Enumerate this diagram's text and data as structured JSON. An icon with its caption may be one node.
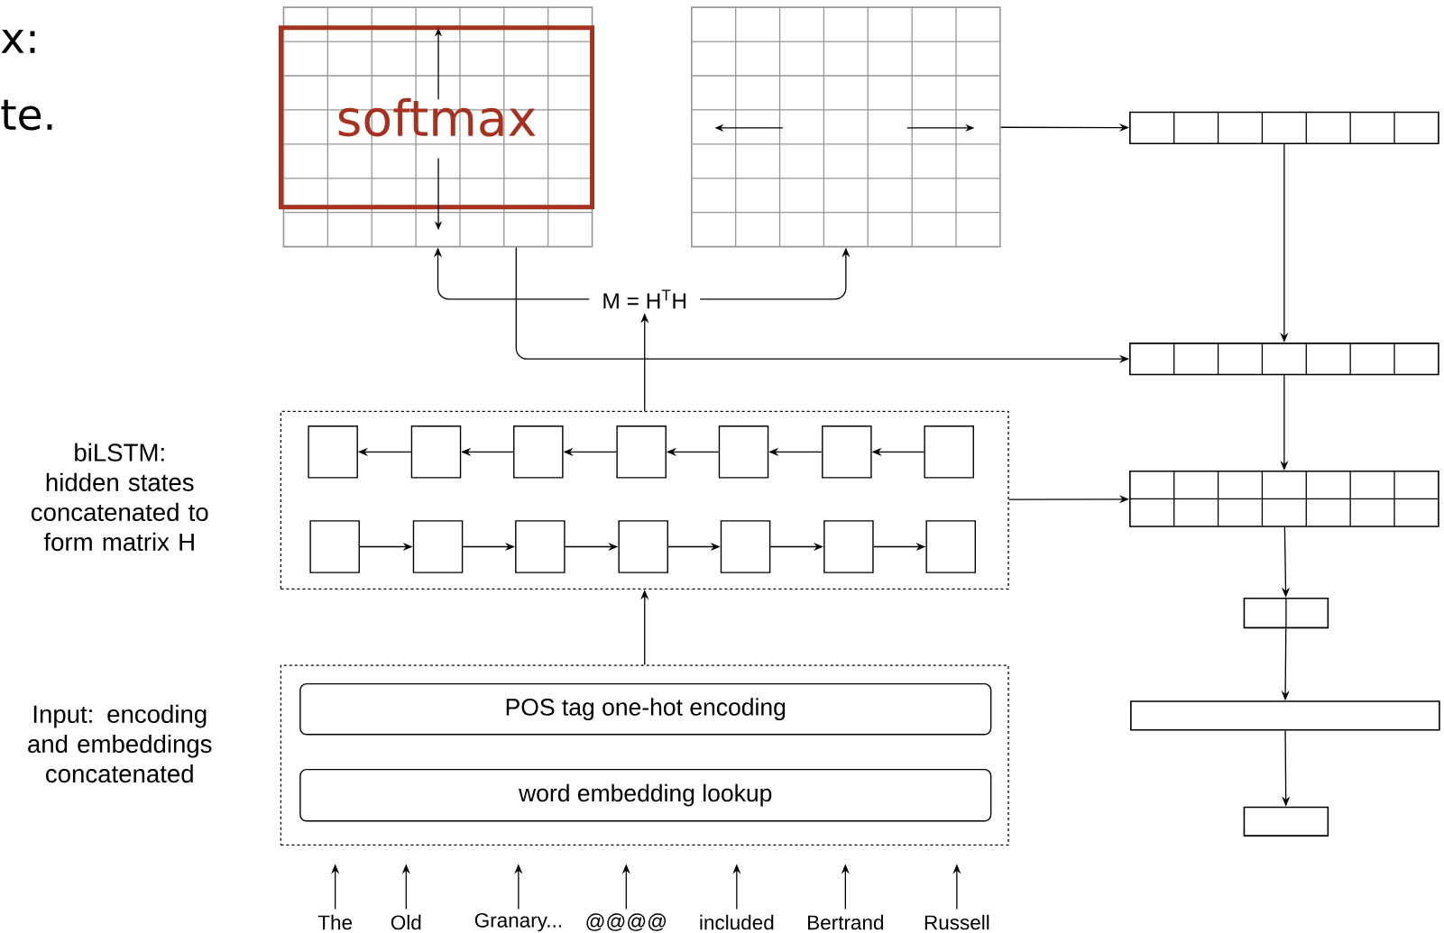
{
  "diagram": {
    "nodes": [
      {
        "text": [],
        "shape": "box"
      },
      {
        "text": [
          "softmax"
        ],
        "in": 0
      },
      {
        "text": [],
        "shape": "box"
      },
      {
        "text": [],
        "shape": "box"
      },
      {
        "text": [
          "M = H$^{T}$H"
        ]
      },
      {
        "text": [],
        "shape": "box"
      },
      {
        "text": [],
        "shape": "box",
        "beside": [
          "biLSTM: hidden states concatenated to form matrix H"
        ]
      },
      {
        "text": [],
        "shape": "box",
        "in": 6
      },
      {
        "text": [],
        "shape": "box",
        "in": 6
      },
      {
        "text": [],
        "shape": "box",
        "in": 6
      },
      {
        "text": [],
        "shape": "box",
        "in": 6
      },
      {
        "text": [],
        "shape": "box",
        "in": 6
      },
      {
        "text": [],
        "shape": "box",
        "in": 6
      },
      {
        "text": [],
        "shape": "box",
        "in": 6
      },
      {
        "text": [],
        "shape": "box",
        "in": 6
      },
      {
        "text": [],
        "shape": "box",
        "in": 6
      },
      {
        "text": [],
        "shape": "box",
        "in": 6
      },
      {
        "text": [],
        "shape": "box",
        "in": 6
      },
      {
        "text": [],
        "shape": "box",
        "in": 6
      },
      {
        "text": [],
        "shape": "box",
        "in": 6
      },
      {
        "text": [],
        "shape": "box",
        "in": 6
      },
      {
        "text": [],
        "shape": "box"
      },
      {
        "text": [],
        "shape": "box"
      },
      {
        "text": [],
        "shape": "box"
      },
      {
        "text": [],
        "shape": "box"
      },
      {
        "text": [],
        "shape": "box",
        "beside": [
          "Input: encoding and embeddings concatenated"
        ]
      },
      {
        "text": [
          "POS tag one-hot encoding"
        ],
        "in": 25
      },
      {
        "text": [
          "word embedding lookup"
        ],
        "in": 25
      },
      {
        "text": [
          "The"
        ]
      },
      {
        "text": [
          "Old"
        ]
      },
      {
        "text": [
          "Granary..."
        ]
      },
      {
        "text": [
          "@@@@"
        ]
      },
      {
        "text": [
          "included"
        ]
      },
      {
        "text": [
          "Bertrand"
        ]
      },
      {
        "text": [
          "Russell"
        ]
      }
    ],
    "edges": [
      {
        "from": 28,
        "to": 25,
        "arrow": "to"
      },
      {
        "from": 29,
        "to": 25,
        "arrow": "to"
      },
      {
        "from": 30,
        "to": 25,
        "arrow": "to"
      },
      {
        "from": 31,
        "to": 25,
        "arrow": "to"
      },
      {
        "from": 32,
        "to": 25,
        "arrow": "to"
      },
      {
        "from": 33,
        "to": 25,
        "arrow": "to"
      },
      {
        "from": 34,
        "to": 25,
        "arrow": "to"
      },
      {
        "from": 25,
        "to": 6,
        "arrow": "to"
      },
      {
        "from": 8,
        "to": 7,
        "arrow": "to"
      },
      {
        "from": 9,
        "to": 8,
        "arrow": "to"
      },
      {
        "from": 10,
        "to": 9,
        "arrow": "to"
      },
      {
        "from": 11,
        "to": 10,
        "arrow": "to"
      },
      {
        "from": 12,
        "to": 11,
        "arrow": "to"
      },
      {
        "from": 13,
        "to": 12,
        "arrow": "to"
      },
      {
        "from": 14,
        "to": 15,
        "arrow": "to"
      },
      {
        "from": 15,
        "to": 16,
        "arrow": "to"
      },
      {
        "from": 16,
        "to": 17,
        "arrow": "to"
      },
      {
        "from": 17,
        "to": 18,
        "arrow": "to"
      },
      {
        "from": 18,
        "to": 19,
        "arrow": "to"
      },
      {
        "from": 19,
        "to": 20,
        "arrow": "to"
      },
      {
        "from": 6,
        "to": 4,
        "arrow": "to"
      },
      {
        "from": 4,
        "to": 0,
        "arrow": "to"
      },
      {
        "from": 4,
        "to": 2,
        "arrow": "to"
      },
      {
        "from": 0,
        "to": 5,
        "arrow": "to"
      },
      {
        "from": 2,
        "to": 3,
        "arrow": "to"
      },
      {
        "from": 3,
        "to": 5,
        "arrow": "to"
      },
      {
        "from": 6,
        "to": 21,
        "arrow": "to"
      },
      {
        "from": 5,
        "to": 21,
        "arrow": "to"
      },
      {
        "from": 21,
        "to": 22,
        "arrow": "to"
      },
      {
        "from": 22,
        "to": 23,
        "arrow": "to"
      },
      {
        "from": 23,
        "to": 24,
        "arrow": "to"
      }
    ],
    "labels": [
      "x:",
      "te."
    ]
  }
}
